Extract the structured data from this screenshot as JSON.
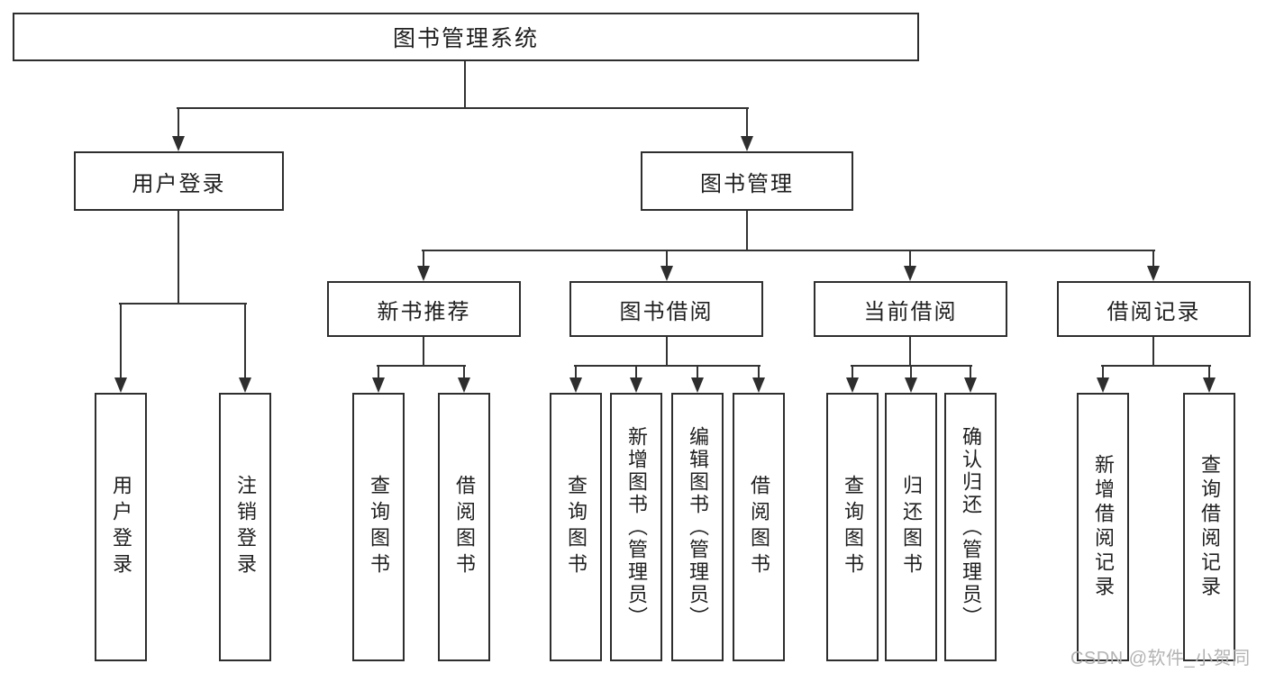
{
  "diagram": {
    "tree": {
      "label": "图书管理系统",
      "children": [
        {
          "label": "用户登录",
          "children": [
            {
              "label": "用户登录"
            },
            {
              "label": "注销登录"
            }
          ]
        },
        {
          "label": "图书管理",
          "children": [
            {
              "label": "新书推荐",
              "children": [
                {
                  "label": "查询图书"
                },
                {
                  "label": "借阅图书"
                }
              ]
            },
            {
              "label": "图书借阅",
              "children": [
                {
                  "label": "查询图书"
                },
                {
                  "label": "新增图书（管理员）"
                },
                {
                  "label": "编辑图书（管理员）"
                },
                {
                  "label": "借阅图书"
                }
              ]
            },
            {
              "label": "当前借阅",
              "children": [
                {
                  "label": "查询图书"
                },
                {
                  "label": "归还图书"
                },
                {
                  "label": "确认归还（管理员）"
                }
              ]
            },
            {
              "label": "借阅记录",
              "children": [
                {
                  "label": "新增借阅记录"
                },
                {
                  "label": "查询借阅记录"
                }
              ]
            }
          ]
        }
      ]
    },
    "colors": {
      "line": "#333333",
      "box_border": "#2e2e2e",
      "text": "#1f1f1f",
      "background": "#ffffff",
      "watermark": "#b3b3b3"
    }
  },
  "watermark": {
    "text": "CSDN @软件_小贺同学"
  }
}
